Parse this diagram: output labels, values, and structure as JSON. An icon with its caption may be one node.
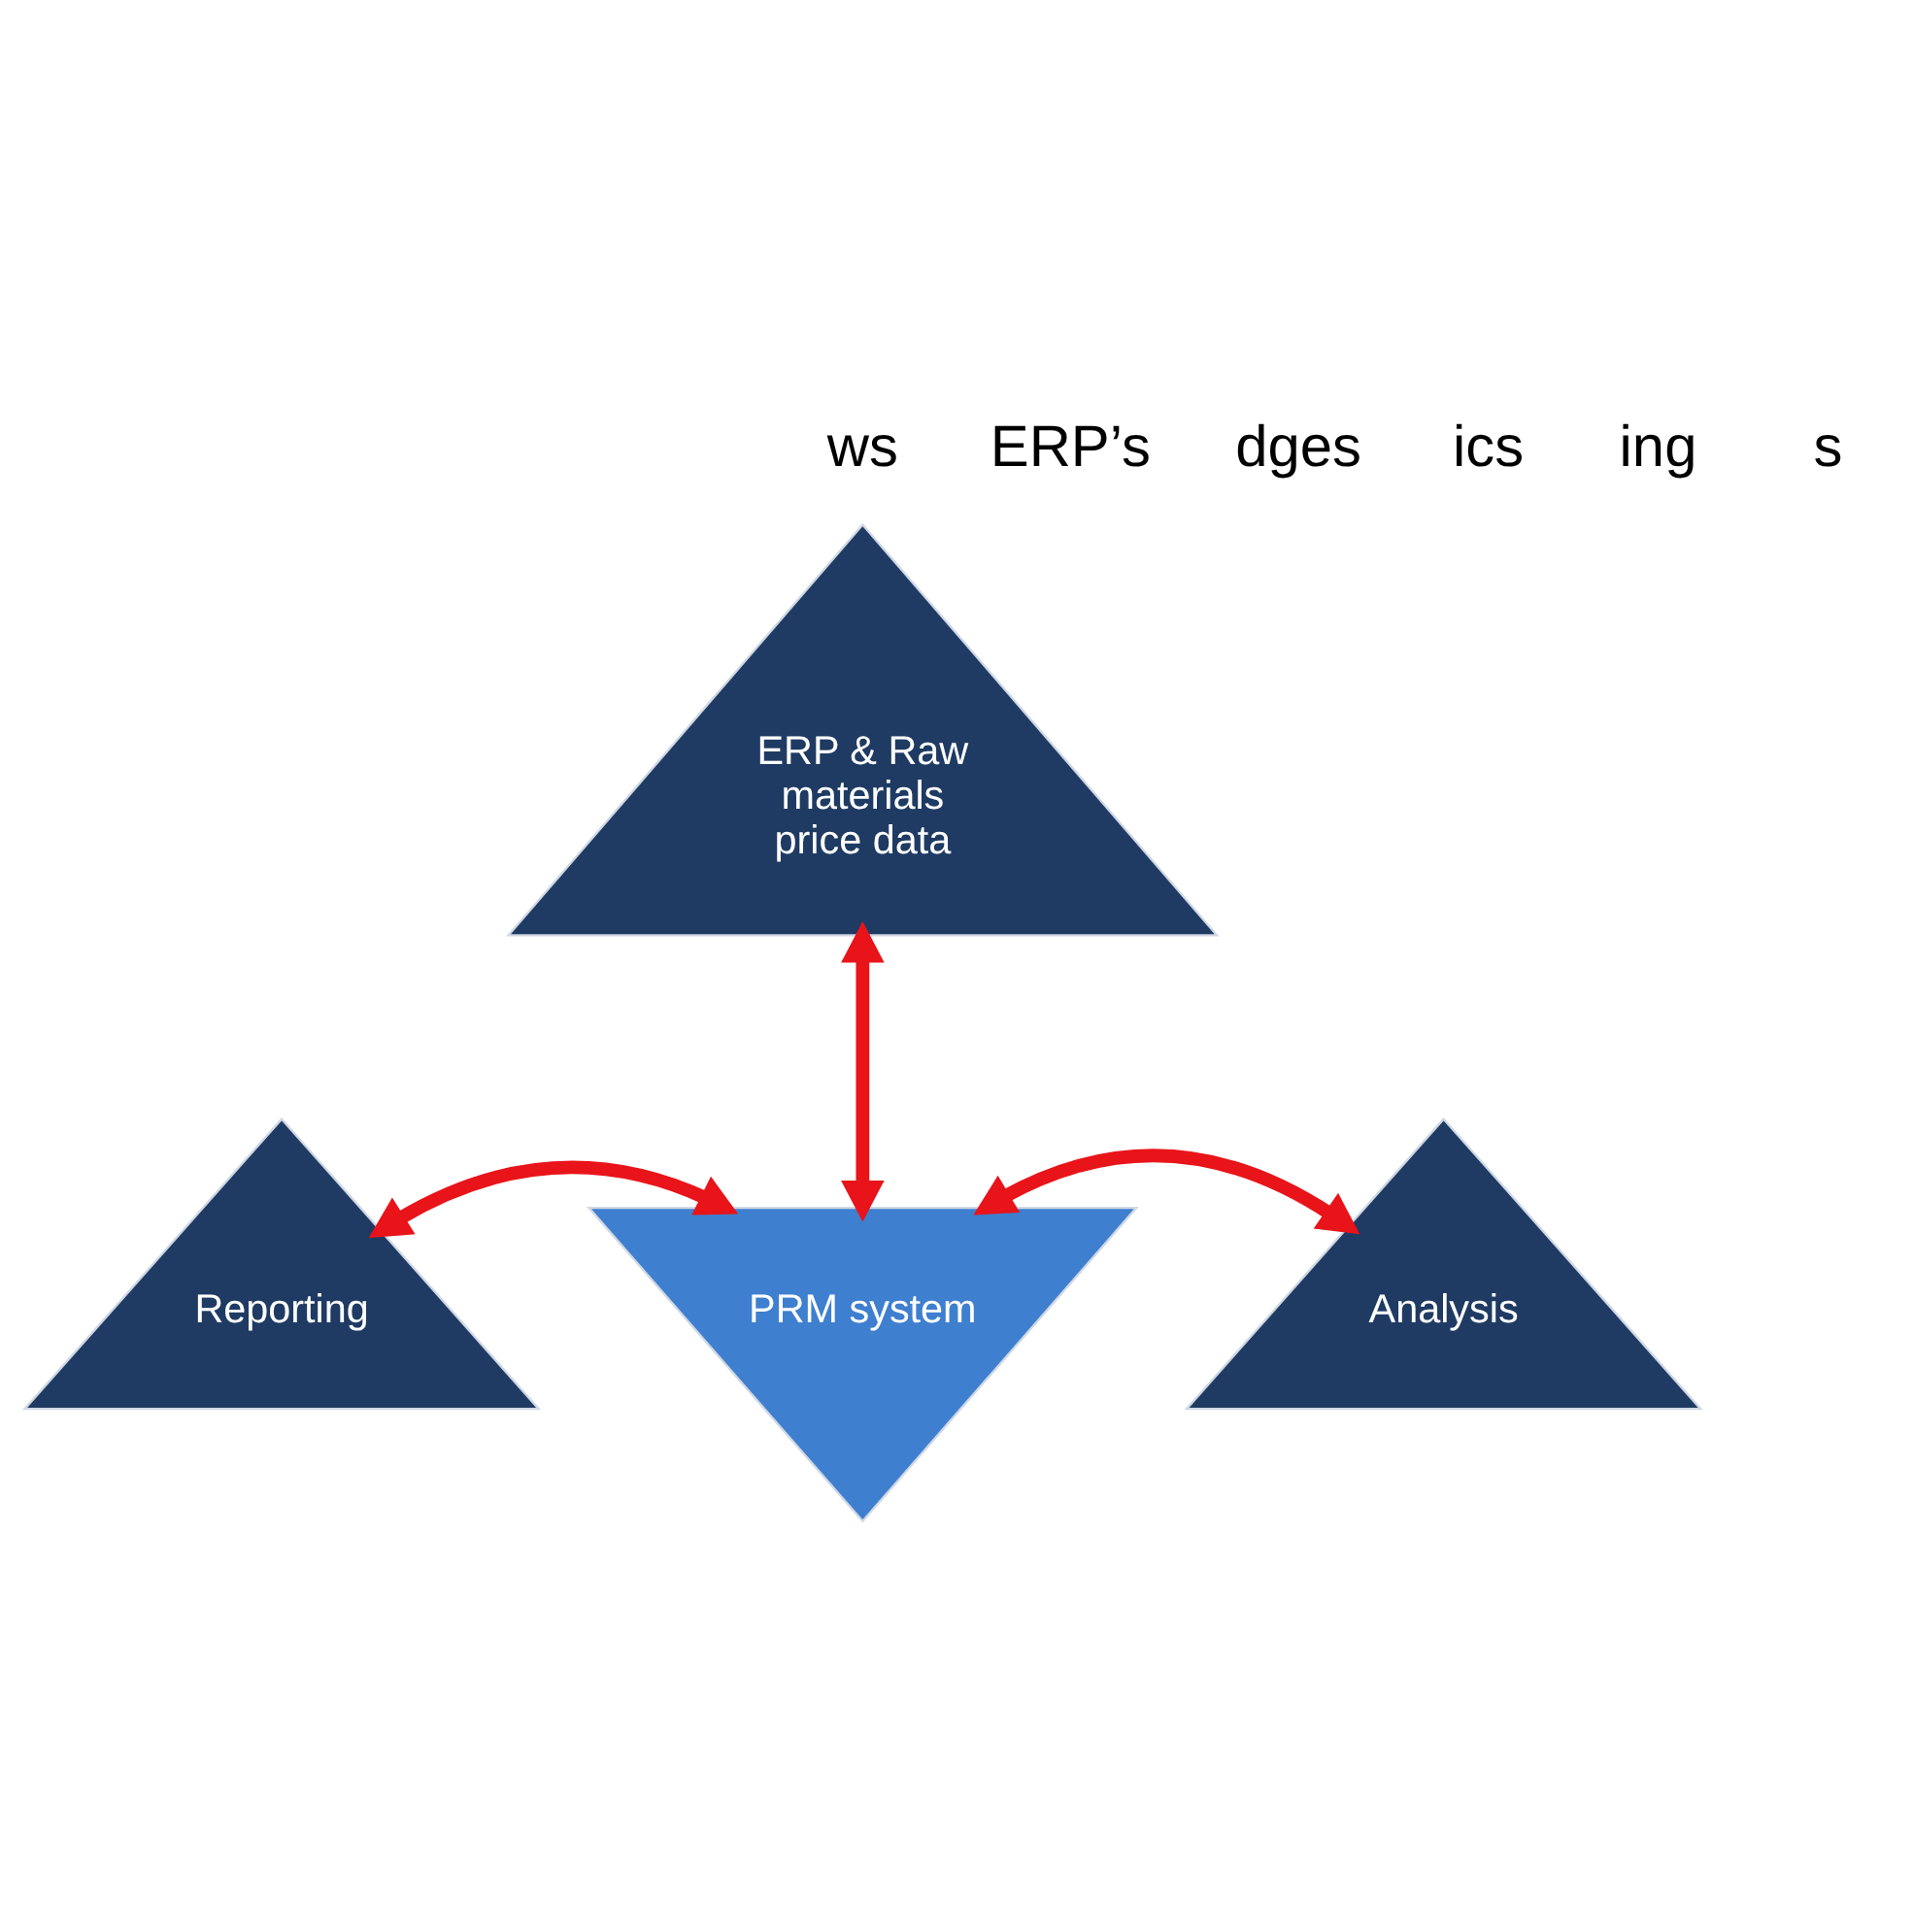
{
  "diagram": {
    "nodes": [
      {
        "text": [
          "ERP & Raw materials price data"
        ]
      },
      {
        "text": [
          "PRM system"
        ]
      },
      {
        "text": [
          "Reporting"
        ]
      },
      {
        "text": [
          "Analysis"
        ]
      }
    ],
    "edges": [
      {
        "from": 0,
        "to": 1,
        "arrow": "both"
      },
      {
        "from": 1,
        "to": 2,
        "arrow": "both"
      },
      {
        "from": 1,
        "to": 3,
        "arrow": "both"
      }
    ],
    "labels": [
      "ws",
      "ERP’s",
      "dges",
      "ics",
      "ing",
      "s"
    ]
  }
}
